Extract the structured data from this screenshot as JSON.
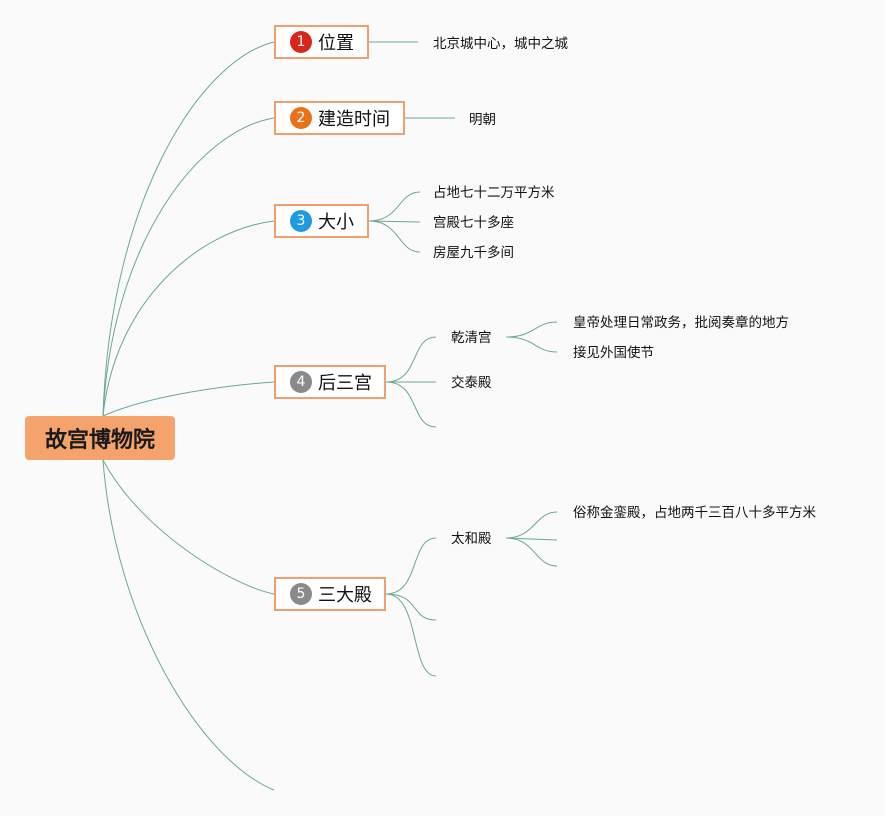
{
  "root": {
    "label": "故宫博物院"
  },
  "topics": [
    {
      "number": "1",
      "label": "位置",
      "badge_color": "#d9261c",
      "children": [
        {
          "label": "北京城中心，城中之城",
          "children": []
        }
      ]
    },
    {
      "number": "2",
      "label": "建造时间",
      "badge_color": "#e8711a",
      "children": [
        {
          "label": "明朝",
          "children": []
        }
      ]
    },
    {
      "number": "3",
      "label": "大小",
      "badge_color": "#1e9be0",
      "children": [
        {
          "label": "占地七十二万平方米",
          "children": []
        },
        {
          "label": "宫殿七十多座",
          "children": []
        },
        {
          "label": "房屋九千多间",
          "children": []
        }
      ]
    },
    {
      "number": "4",
      "label": "后三宫",
      "badge_color": "#8a8a8a",
      "children": [
        {
          "label": "乾清宫",
          "children": [
            "皇帝处理日常政务，批阅奏章的地方",
            "接见外国使节"
          ]
        },
        {
          "label": "交泰殿",
          "children": []
        },
        {
          "label": "",
          "children": []
        }
      ]
    },
    {
      "number": "5",
      "label": "三大殿",
      "badge_color": "#8a8a8a",
      "children": [
        {
          "label": "太和殿",
          "children": [
            "俗称金銮殿，占地两千三百八十多平方米",
            "",
            ""
          ]
        },
        {
          "label": "",
          "children": []
        },
        {
          "label": "",
          "children": []
        }
      ]
    }
  ],
  "colors": {
    "line": "#6aa894",
    "topic_border": "#f0a070",
    "root_fill": "#f5a36c"
  }
}
